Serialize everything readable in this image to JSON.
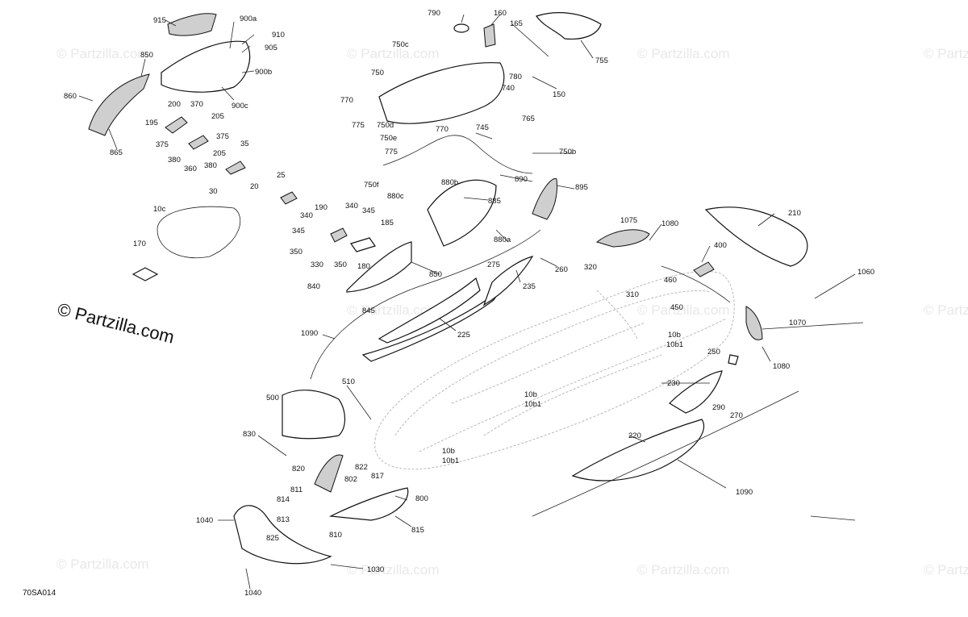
{
  "diagram": {
    "code": "70SA014",
    "copyright": "© Partzilla.com",
    "watermark": "© Partzilla.com",
    "callouts": [
      "915",
      "900a",
      "910",
      "905",
      "900b",
      "900c",
      "850",
      "860",
      "865",
      "200",
      "370",
      "205",
      "195",
      "375",
      "375",
      "205",
      "380",
      "360",
      "380",
      "35",
      "30",
      "790",
      "160",
      "165",
      "755",
      "750c",
      "780",
      "740",
      "750",
      "770",
      "775",
      "750d",
      "770",
      "750e",
      "745",
      "765",
      "150",
      "775",
      "750b",
      "750f",
      "880b",
      "890",
      "895",
      "880c",
      "885",
      "880a",
      "25",
      "20",
      "190",
      "340",
      "345",
      "340",
      "185",
      "345",
      "350",
      "330",
      "350",
      "180",
      "840",
      "850",
      "845",
      "10c",
      "170",
      "1090",
      "275",
      "235",
      "260",
      "225",
      "1075",
      "1080",
      "210",
      "400",
      "320",
      "310",
      "460",
      "1060",
      "450",
      "1070",
      "10b",
      "10b1",
      "1080",
      "250",
      "230",
      "290",
      "270",
      "10b",
      "10b1",
      "500",
      "510",
      "830",
      "220",
      "1090",
      "820",
      "822",
      "802",
      "817",
      "811",
      "814",
      "800",
      "813",
      "825",
      "810",
      "815",
      "10b",
      "10b1",
      "1040",
      "1030",
      "1040"
    ]
  }
}
